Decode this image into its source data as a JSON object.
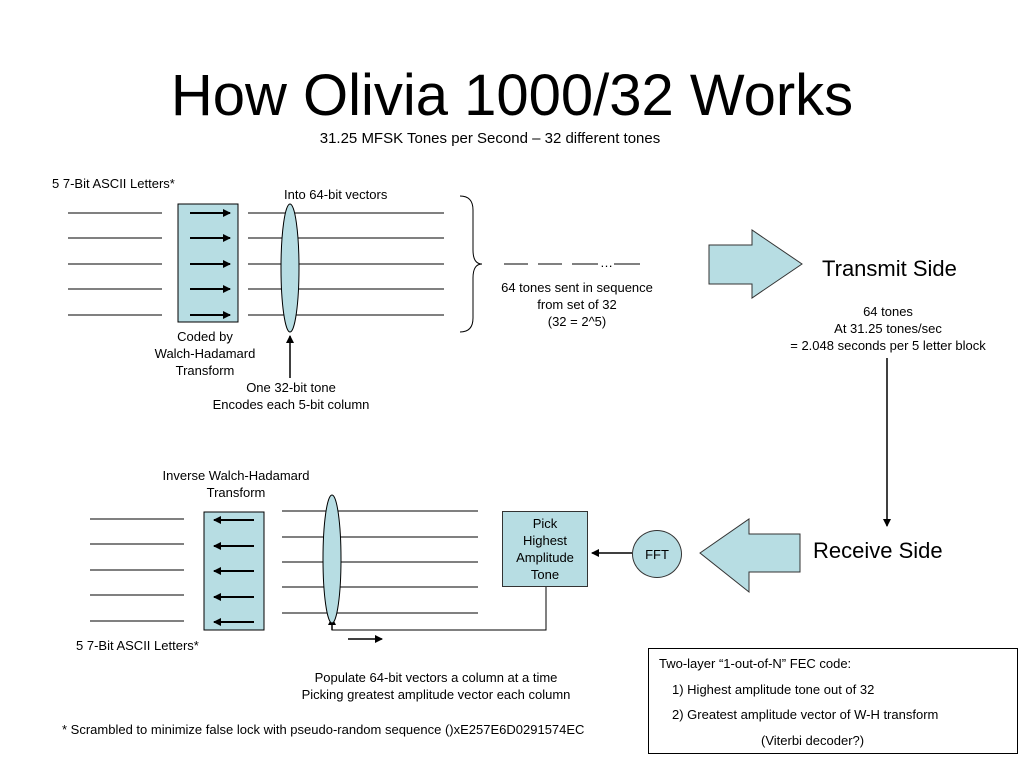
{
  "title": "How Olivia 1000/32 Works",
  "subtitle": "31.25 MFSK Tones per Second – 32 different tones",
  "labels": {
    "ascii_top": "5 7-Bit ASCII Letters*",
    "into_vectors": "Into 64-bit vectors",
    "tones_line1": "64 tones sent in sequence",
    "tones_line2": "from set of 32",
    "tones_line3": "(32 = 2^5)",
    "ellipsis": "…",
    "coded_line1": "Coded by",
    "coded_line2": "Walch-Hadamard",
    "coded_line3": "Transform",
    "one_tone_line1": "One 32-bit tone",
    "one_tone_line2": "Encodes each 5-bit column",
    "transmit": "Transmit Side",
    "tx_line1": "64 tones",
    "tx_line2": "At 31.25 tones/sec",
    "tx_line3": "= 2.048 seconds per 5 letter block",
    "receive": "Receive Side",
    "inverse_line1": "Inverse Walch-Hadamard",
    "inverse_line2": "Transform",
    "pick": "Pick\nHighest\nAmplitude\nTone",
    "fft": "FFT",
    "ascii_bottom": "5 7-Bit ASCII Letters*",
    "populate_line1": "Populate 64-bit vectors a column at a time",
    "populate_line2": "Picking greatest amplitude vector each column",
    "footnote": "* Scrambled to minimize false lock with pseudo-random sequence ()xE257E6D0291574EC"
  },
  "fec": {
    "line1": "Two-layer “1-out-of-N” FEC code:",
    "line2": "1) Highest amplitude tone out of 32",
    "line3": "2) Greatest amplitude vector of W-H transform",
    "line4": "(Viterbi decoder?)"
  },
  "colors": {
    "box_fill": "#b7dde3",
    "stroke": "#000000"
  }
}
